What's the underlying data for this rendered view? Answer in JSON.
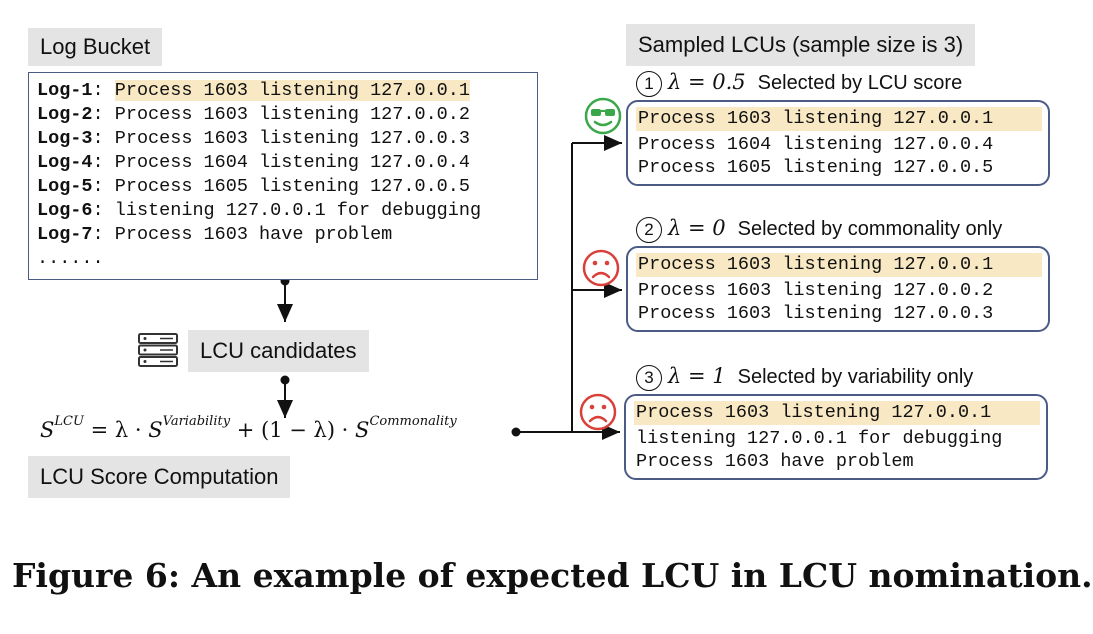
{
  "log_bucket": {
    "label": "Log Bucket",
    "lines": [
      {
        "id": "Log-1",
        "text": "Process 1603 listening 127.0.0.1",
        "highlighted": true
      },
      {
        "id": "Log-2",
        "text": "Process 1603 listening 127.0.0.2",
        "highlighted": false
      },
      {
        "id": "Log-3",
        "text": "Process 1603 listening 127.0.0.3",
        "highlighted": false
      },
      {
        "id": "Log-4",
        "text": "Process 1604 listening 127.0.0.4",
        "highlighted": false
      },
      {
        "id": "Log-5",
        "text": "Process 1605 listening 127.0.0.5",
        "highlighted": false
      },
      {
        "id": "Log-6",
        "text": "listening 127.0.0.1 for debugging",
        "highlighted": false
      },
      {
        "id": "Log-7",
        "text": "Process 1603 have problem",
        "highlighted": false
      }
    ],
    "ellipsis": "......"
  },
  "candidates": {
    "label": "LCU candidates",
    "icon": "server-stack-icon"
  },
  "score": {
    "label": "LCU Score Computation",
    "formula": {
      "s": "S",
      "lcu_sup": "LCU",
      "eq": " = λ · ",
      "var_sup": "Variability",
      "mid": " + (1 − λ) · ",
      "com_sup": "Commonality"
    }
  },
  "sampled": {
    "label": "Sampled LCUs (sample size is 3)",
    "options": [
      {
        "number": "1",
        "lambda": "λ = 0.5",
        "desc": "Selected by LCU score",
        "face": "cool-face-icon",
        "face_color": "#3aa84a",
        "lines": [
          {
            "text": "Process 1603 listening 127.0.0.1",
            "highlighted": true
          },
          {
            "text": "Process 1604 listening 127.0.0.4",
            "highlighted": false
          },
          {
            "text": "Process 1605 listening 127.0.0.5",
            "highlighted": false
          }
        ]
      },
      {
        "number": "2",
        "lambda": "λ = 0",
        "desc": "Selected by commonality only",
        "face": "sad-face-icon",
        "face_color": "#d9403a",
        "lines": [
          {
            "text": "Process 1603 listening 127.0.0.1",
            "highlighted": true
          },
          {
            "text": "Process 1603 listening 127.0.0.2",
            "highlighted": false
          },
          {
            "text": "Process 1603 listening 127.0.0.3",
            "highlighted": false
          }
        ]
      },
      {
        "number": "3",
        "lambda": "λ = 1",
        "desc": "Selected by variability only",
        "face": "sad-face-icon",
        "face_color": "#d9403a",
        "lines": [
          {
            "text": "Process 1603 listening 127.0.0.1",
            "highlighted": true
          },
          {
            "text": "listening 127.0.0.1 for debugging",
            "highlighted": false
          },
          {
            "text": "Process 1603 have problem",
            "highlighted": false
          }
        ]
      }
    ]
  },
  "caption": "Figure 6: An example of expected LCU in LCU nomination.",
  "colors": {
    "box_border": "#4a5b86",
    "highlight": "#f8e9c4",
    "label_bg": "#e4e4e4",
    "good": "#3aa84a",
    "bad": "#d9403a"
  }
}
